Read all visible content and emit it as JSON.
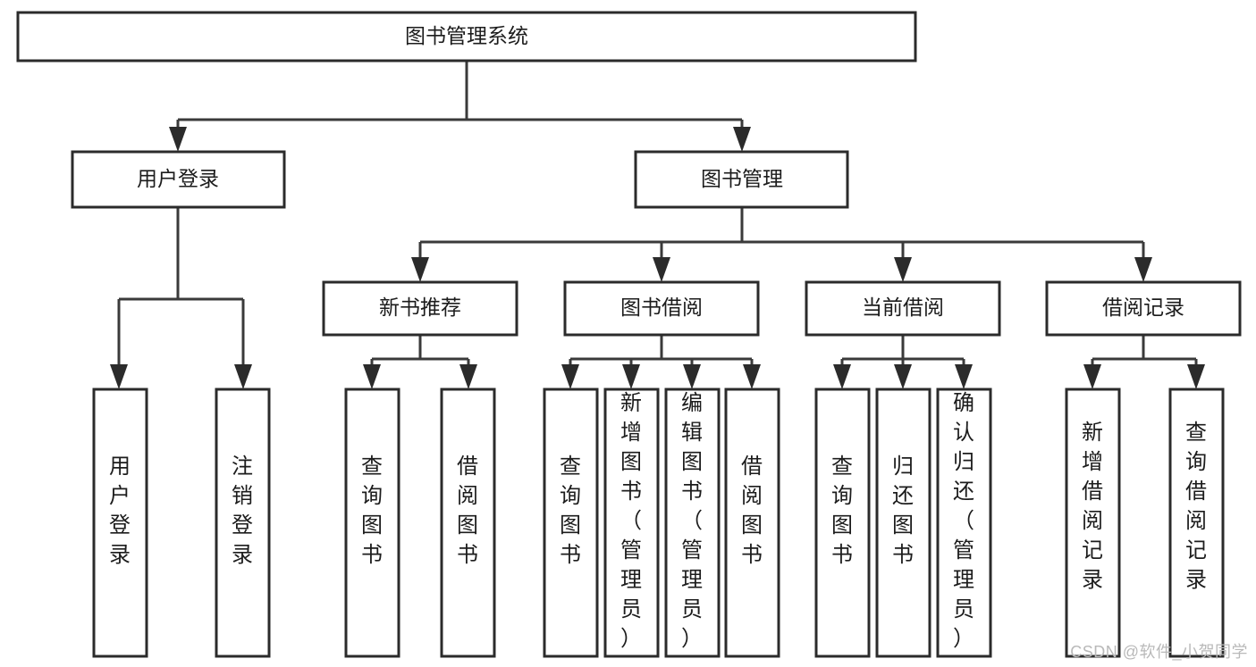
{
  "diagram": {
    "type": "tree",
    "title": "图书管理系统",
    "watermark": "CSDN @软件_小贺同学",
    "root": {
      "id": "root",
      "label": "图书管理系统",
      "shape": "rectangle",
      "orientation": "horizontal"
    },
    "level2": [
      {
        "id": "user-login",
        "label": "用户登录",
        "shape": "rectangle",
        "orientation": "horizontal"
      },
      {
        "id": "book-manage",
        "label": "图书管理",
        "shape": "rectangle",
        "orientation": "horizontal"
      }
    ],
    "level3": [
      {
        "id": "new-book-recommend",
        "label": "新书推荐",
        "parent": "book-manage",
        "shape": "rectangle",
        "orientation": "horizontal"
      },
      {
        "id": "book-borrow",
        "label": "图书借阅",
        "parent": "book-manage",
        "shape": "rectangle",
        "orientation": "horizontal"
      },
      {
        "id": "current-borrow",
        "label": "当前借阅",
        "parent": "book-manage",
        "shape": "rectangle",
        "orientation": "horizontal"
      },
      {
        "id": "borrow-record",
        "label": "借阅记录",
        "parent": "book-manage",
        "shape": "rectangle",
        "orientation": "horizontal"
      }
    ],
    "leaves": [
      {
        "id": "leaf-user-login",
        "label": "用户登录",
        "parent": "user-login",
        "orientation": "vertical"
      },
      {
        "id": "leaf-logout-login",
        "label": "注销登录",
        "parent": "user-login",
        "orientation": "vertical"
      },
      {
        "id": "leaf-query-book-1",
        "label": "查询图书",
        "parent": "new-book-recommend",
        "orientation": "vertical"
      },
      {
        "id": "leaf-borrow-book-1",
        "label": "借阅图书",
        "parent": "new-book-recommend",
        "orientation": "vertical"
      },
      {
        "id": "leaf-query-book-2",
        "label": "查询图书",
        "parent": "book-borrow",
        "orientation": "vertical"
      },
      {
        "id": "leaf-add-book",
        "label": "新增图书（管理员）",
        "parent": "book-borrow",
        "orientation": "vertical"
      },
      {
        "id": "leaf-edit-book",
        "label": "编辑图书（管理员）",
        "parent": "book-borrow",
        "orientation": "vertical"
      },
      {
        "id": "leaf-borrow-book-2",
        "label": "借阅图书",
        "parent": "book-borrow",
        "orientation": "vertical"
      },
      {
        "id": "leaf-query-book-3",
        "label": "查询图书",
        "parent": "current-borrow",
        "orientation": "vertical"
      },
      {
        "id": "leaf-return-book",
        "label": "归还图书",
        "parent": "current-borrow",
        "orientation": "vertical"
      },
      {
        "id": "leaf-confirm-return",
        "label": "确认归还（管理员）",
        "parent": "current-borrow",
        "orientation": "vertical"
      },
      {
        "id": "leaf-add-record",
        "label": "新增借阅记录",
        "parent": "borrow-record",
        "orientation": "vertical"
      },
      {
        "id": "leaf-query-record",
        "label": "查询借阅记录",
        "parent": "borrow-record",
        "orientation": "vertical"
      }
    ],
    "colors": {
      "box_stroke": "#2b2b2b",
      "box_fill": "#ffffff",
      "connector": "#3a3a3a",
      "text": "#1c1c1c",
      "watermark": "#b9b9b9",
      "background": "#ffffff"
    }
  }
}
